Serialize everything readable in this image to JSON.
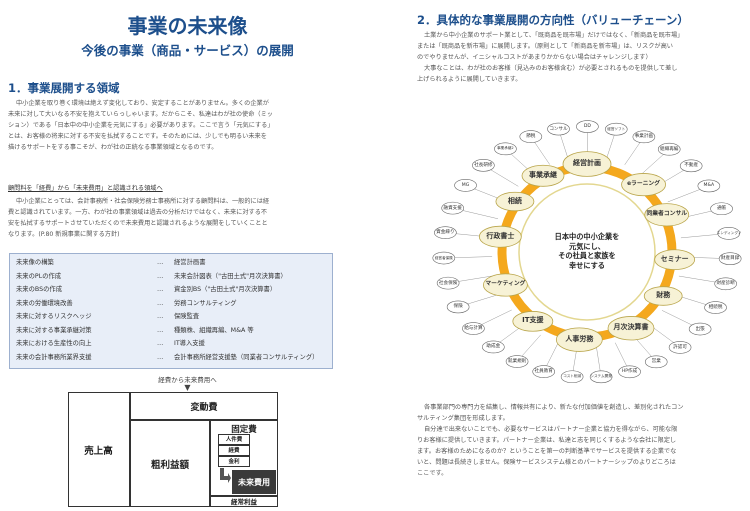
{
  "left": {
    "title": "事業の未来像",
    "subtitle": "今後の事業（商品・サービス）の展開",
    "section1": "1．事業展開する領域",
    "intro_lines": [
      "中小企業を取り巻く環境は絶えず変化しており、安定することがありません。多くの企業が",
      "未来に対して大いなる不安を抱えていらっしゃいます。だからこそ、私達はわが社の使命（ミッ",
      "ション）である「日本中の中小企業を元気にする」必要があります。ここで言う「元気にする」",
      "とは、お客様の将来に対する不安を払拭することです。そのためには、少しでも明るい未来を",
      "描けるサポートをする事こそが、わが社の正統なる事業領域となるのです。"
    ],
    "sub_heading": "顧問料を「経費」から「未来費用」と認識される領域へ",
    "sub_lines": [
      "中小企業にとっては、会計事務所・社会保険労務士事務所に対する顧問料は、一般的には経",
      "費と認識されています。一方、わが社の事業領域は過去の分析だけではなく、未来に対する不",
      "安を払拭するサポートさせていただくので未来費用と認識されるような展開をしていくことと",
      "なります。(P.80 新規事業に関する方針)"
    ],
    "table_rows": [
      {
        "left": "未来像の構築",
        "dots": "…",
        "right": "経営計画書"
      },
      {
        "left": "未来のPLの作成",
        "dots": "…",
        "right": "未来会計図表（\"古田土式\"月次決算書）"
      },
      {
        "left": "未来のBSの作成",
        "dots": "…",
        "right": "資金別BS（\"古田土式\"月次決算書）"
      },
      {
        "left": "未来の労働環境改善",
        "dots": "…",
        "right": "労務コンサルティング"
      },
      {
        "left": "未来に対するリスクヘッジ",
        "dots": "…",
        "right": "保険監査"
      },
      {
        "left": "未来に対する事業承継対策",
        "dots": "…",
        "right": "種類株、組織再編、M&A 等"
      },
      {
        "left": "未来における生産性の向上",
        "dots": "…",
        "right": "IT導入支援"
      },
      {
        "left": "未来の会計事務所業界支援",
        "dots": "…",
        "right": "会計事務所経営支援塾（同業者コンサルティング）"
      }
    ],
    "diagram": {
      "caption": "経費から未来費用へ",
      "sales": "売上高",
      "variable": "変動費",
      "gross": "粗利益額",
      "fixed": "固定費",
      "labor": "人件費",
      "expense": "経費",
      "interest": "金利",
      "future": "未来費用",
      "ordinary": "経常利益"
    }
  },
  "right": {
    "section2": "2．具体的な事業展開の方向性（バリューチェーン）",
    "intro_lines": [
      "土業から中小企業のサポート業として、「既商品を既市場」だけではなく、「新商品を既市場」",
      "または「既商品を新市場」に展開します。（原則として「新商品を新市場」は、リスクが高い",
      "のでやりませんが、イニシャルコストがあまりかからない場合はチャレンジします）",
      "大事なことは、わが社のお客様（見込みのお客様含む）が必要とされるものを提供して差し",
      "上げられるように展開していきます。"
    ],
    "chain": {
      "center_lines": [
        "日本中の中小企業を",
        "元気にし、",
        "その社員と家族を",
        "幸せにする"
      ],
      "nodes": [
        "経営計画",
        "eラーニング",
        "同業者コンサル",
        "セミナー",
        "財務",
        "月次決算書",
        "人事労務",
        "IT支援",
        "マーケティング",
        "行政書士",
        "相続",
        "事業承継"
      ],
      "satellites": [
        "コンサル",
        "DD",
        "経営ソフト",
        "事業計画",
        "組織再編",
        "不動産",
        "M&A",
        "通帳",
        "エンディングノート",
        "財産目録",
        "財産診断",
        "相続税",
        "出張",
        "許認可",
        "営業",
        "HP作成",
        "システム開発",
        "コスト削減",
        "社員教育",
        "就業規則",
        "助成金",
        "給与計算",
        "保険",
        "社会保険",
        "経営者保険",
        "資金繰り",
        "融資支援",
        "MG",
        "社長研修",
        "事業承継2",
        "節税"
      ]
    },
    "bottom_lines": [
      "各事業部門の専門力を結集し、情報共有により、新たな付加価値を創造し、差別化されたコン",
      "サルティング集団を形成します。",
      "自分達で出来ないことでも、必要なサービスはパートナー企業と協力を得ながら、可能な限",
      "りお客様に提供していきます。パートナー企業は、私達と志を同じくするような会社に限定し",
      "ます。お客様のためになるのか？ということを第一の判断基準でサービスを提供する企業でな",
      "いと、問題は長続きしません。保険サービスシステム様とのパートナーシップのよりどころは",
      "ここです。"
    ]
  },
  "colors": {
    "heading": "#1d4f8c",
    "table_bg": "#e8eef8",
    "ring": "#f4a81d",
    "node_fill": "#f7f2d6"
  }
}
